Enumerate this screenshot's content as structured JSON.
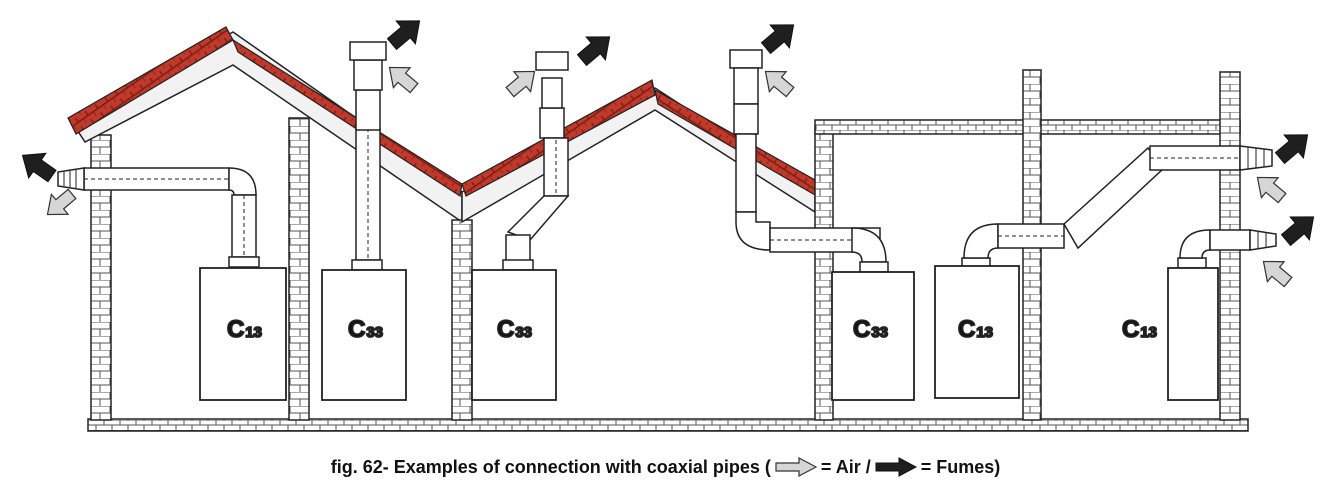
{
  "boilers": [
    {
      "id": "b1",
      "label_main": "C",
      "label_sub": "13"
    },
    {
      "id": "b2",
      "label_main": "C",
      "label_sub": "33"
    },
    {
      "id": "b3",
      "label_main": "C",
      "label_sub": "33"
    },
    {
      "id": "b4",
      "label_main": "C",
      "label_sub": "33"
    },
    {
      "id": "b5",
      "label_main": "C",
      "label_sub": "13"
    },
    {
      "id": "b6",
      "label_main": "C",
      "label_sub": "13"
    }
  ],
  "caption": {
    "text_before": "fig. 62- Examples of connection with coaxial pipes (",
    "air_text": "= Air /",
    "fumes_text": "= Fumes)"
  },
  "colors": {
    "air_arrow": "#d6d6d6",
    "fumes_arrow": "#1f1f1f",
    "roof_tiles": "#c0392b",
    "roof_tiles_dark": "#7a1f14",
    "roof_deck": "#f2f2f2",
    "line": "#222222"
  }
}
